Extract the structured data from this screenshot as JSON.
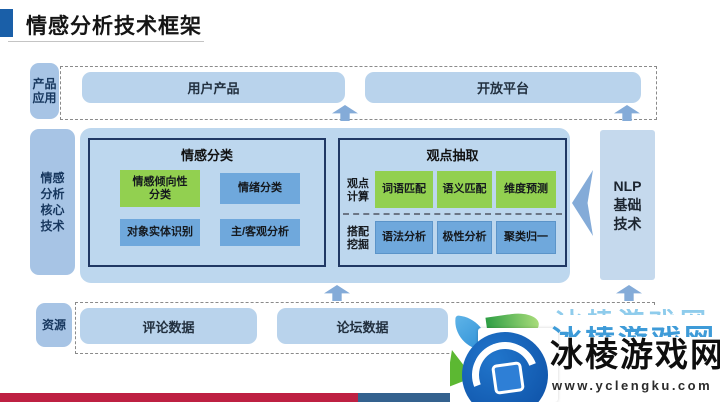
{
  "title": "情感分析技术框架",
  "left_labels": {
    "product_app": [
      "产品",
      "应用"
    ],
    "core_tech": [
      "情感",
      "分析",
      "核心",
      "技术"
    ],
    "resource": "资源"
  },
  "top_row": {
    "user_product": "用户产品",
    "open_platform": "开放平台"
  },
  "sentiment_box": {
    "title": "情感分类",
    "tendency": [
      "情感倾向性",
      "分类"
    ],
    "emotion": "情绪分类",
    "entity": "对象实体识别",
    "subjective": "主/客观分析"
  },
  "opinion_box": {
    "title": "观点抽取",
    "calc_label": [
      "观点",
      "计算"
    ],
    "calc_cells": [
      "词语匹配",
      "语义匹配",
      "维度预测"
    ],
    "mining_label": [
      "搭配",
      "挖掘"
    ],
    "mining_cells": [
      "语法分析",
      "极性分析",
      "聚类归一"
    ]
  },
  "nlp_box": {
    "lines": [
      "NLP",
      "基础",
      "技术"
    ]
  },
  "bottom_row": {
    "comment_data": "评论数据",
    "forum_data": "论坛数据"
  },
  "watermark": {
    "site_name": "冰棱游戏网",
    "url": "www.yclengku.com"
  },
  "colors": {
    "accent_blue": "#1A5FA8",
    "panel_blue": "#BDD7EE",
    "cell_green": "#92D050",
    "cell_blue": "#6FA8DC",
    "side_label_blue": "#A7C4E5",
    "pill_blue": "#B9D3EC",
    "frame_border": "#203864",
    "arrow_blue": "#84ABD8",
    "bar_red": "#BE2042",
    "bar_blue": "#34618E"
  }
}
